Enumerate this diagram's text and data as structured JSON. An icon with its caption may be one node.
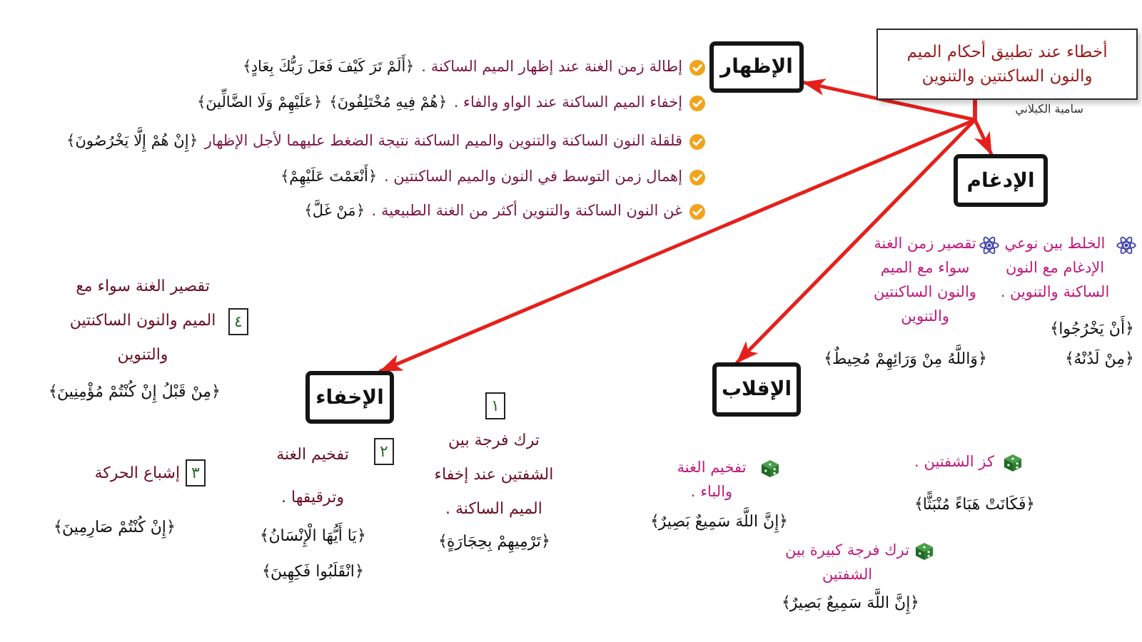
{
  "diagram": {
    "nodes": [
      {
        "text": [
          "أخطاء عند تطبيق أحكام الميم والنون الساكنتين والتنوين"
        ],
        "beside": [
          "سامية الكيلاني"
        ]
      },
      {
        "text": [
          "الإظهار"
        ]
      },
      {
        "text": [
          "الإدغام"
        ]
      },
      {
        "text": [
          "الإخفاء"
        ]
      },
      {
        "text": [
          "الإقلاب"
        ]
      },
      {
        "text": [
          "١"
        ],
        "beside": [
          "ترك فرجة بين الشفتين عند إخفاء الميم الساكنة .",
          "﴿تَرْمِيهِمْ بِحِجَارَةٍ﴾"
        ]
      },
      {
        "text": [
          "٢"
        ],
        "beside": [
          "تفخيم الغنة وترقيقها .",
          "﴿يَا أَيُّهَا الْإِنْسَانُ﴾",
          "﴿انْقَلَبُوا فَكِهِينَ﴾"
        ]
      },
      {
        "text": [
          "٣"
        ],
        "beside": [
          "إشباع الحركة",
          "﴿إِنْ كُنْتُمْ صَارِمِينَ﴾"
        ]
      },
      {
        "text": [
          "٤"
        ],
        "beside": [
          "تقصير الغنة سواء مع الميم والنون الساكنتين والتنوين",
          "﴿مِنْ قَبْلُ إِنْ كُنْتُمْ مُؤْمِنِينَ﴾"
        ]
      }
    ],
    "edges": [
      {
        "from": 0,
        "to": 1,
        "arrow": "to"
      },
      {
        "from": 0,
        "to": 2,
        "arrow": "to"
      },
      {
        "from": 0,
        "to": 3,
        "arrow": "to"
      },
      {
        "from": 0,
        "to": 4,
        "arrow": "to"
      }
    ],
    "labels": [
      "إطالة زمن الغنة عند إظهار الميم الساكنة .",
      "﴿أَلَمْ تَرَ كَيْفَ فَعَلَ رَبُّكَ بِعَادٍ﴾",
      "إخفاء الميم الساكنة عند الواو والفاء .",
      "﴿هُمْ فِيهِ مُخْتَلِفُونَ﴾",
      "﴿عَلَيْهِمْ وَلَا الضَّالِّينَ﴾",
      "قلقلة النون الساكنة والتنوين والميم الساكنة نتيجة الضغط عليهما لأجل الإظهار",
      "﴿إِنْ هُمْ إِلَّا يَخْرُصُونَ﴾",
      "إهمال زمن التوسط في النون والميم الساكنتين .",
      "﴿أَنْعَمْتَ عَلَيْهِمْ﴾",
      "غن النون الساكنة والتنوين أكثر من الغنة الطبيعية .",
      "﴿مَنْ غَلَّ﴾",
      "الخلط بين نوعي الإدغام مع النون الساكنة والتنوين .",
      "﴿أَنْ يَخْرُجُوا﴾",
      "﴿مِنْ لَدُنْهُ﴾",
      "تقصير زمن الغنة سواء مع الميم والنون الساكنتين والتنوين",
      "﴿وَاللَّهُ مِنْ وَرَائِهِمْ مُحِيطٌ﴾",
      "كز الشفتين .",
      "﴿فَكَانَتْ هَبَاءً مُنْبَثًّا﴾",
      "تفخيم الغنة والباء .",
      "﴿إِنَّ اللَّهَ سَمِيعٌ بَصِيرٌ﴾",
      "ترك فرجة كبيرة بين الشفتين",
      "﴿إِنَّ اللَّهَ سَمِيعٌ بَصِيرٌ﴾"
    ]
  }
}
